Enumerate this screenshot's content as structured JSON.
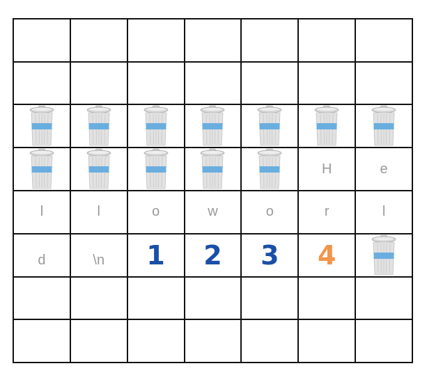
{
  "colors": {
    "grid_line": "#111111",
    "char_text": "#9a9a9a",
    "number_blue": "#1a4fa8",
    "number_orange": "#f2954a",
    "trash_band": "#6aaee0",
    "trash_body": "#e2e2e2"
  },
  "grid": {
    "columns": 7,
    "rows": 8,
    "cells": [
      {
        "type": "empty"
      },
      {
        "type": "empty"
      },
      {
        "type": "empty"
      },
      {
        "type": "empty"
      },
      {
        "type": "empty"
      },
      {
        "type": "empty"
      },
      {
        "type": "empty"
      },
      {
        "type": "empty"
      },
      {
        "type": "empty"
      },
      {
        "type": "empty"
      },
      {
        "type": "empty"
      },
      {
        "type": "empty"
      },
      {
        "type": "empty"
      },
      {
        "type": "empty"
      },
      {
        "type": "trash",
        "icon": "trash-can-icon"
      },
      {
        "type": "trash",
        "icon": "trash-can-icon"
      },
      {
        "type": "trash",
        "icon": "trash-can-icon"
      },
      {
        "type": "trash",
        "icon": "trash-can-icon"
      },
      {
        "type": "trash",
        "icon": "trash-can-icon"
      },
      {
        "type": "trash",
        "icon": "trash-can-icon"
      },
      {
        "type": "trash",
        "icon": "trash-can-icon"
      },
      {
        "type": "trash",
        "icon": "trash-can-icon"
      },
      {
        "type": "trash",
        "icon": "trash-can-icon"
      },
      {
        "type": "trash",
        "icon": "trash-can-icon"
      },
      {
        "type": "trash",
        "icon": "trash-can-icon"
      },
      {
        "type": "trash",
        "icon": "trash-can-icon"
      },
      {
        "type": "char",
        "text": "H"
      },
      {
        "type": "char",
        "text": "e"
      },
      {
        "type": "char",
        "text": "l"
      },
      {
        "type": "char",
        "text": "l"
      },
      {
        "type": "char",
        "text": "o"
      },
      {
        "type": "char",
        "text": "w"
      },
      {
        "type": "char",
        "text": "o"
      },
      {
        "type": "char",
        "text": "r"
      },
      {
        "type": "char",
        "text": "l"
      },
      {
        "type": "char",
        "text": "d",
        "low": true
      },
      {
        "type": "char",
        "text": "\\n",
        "low": true
      },
      {
        "type": "number",
        "text": "1",
        "color": "#1a4fa8"
      },
      {
        "type": "number",
        "text": "2",
        "color": "#1a4fa8"
      },
      {
        "type": "number",
        "text": "3",
        "color": "#1a4fa8"
      },
      {
        "type": "number",
        "text": "4",
        "color": "#f2954a"
      },
      {
        "type": "trash",
        "icon": "trash-can-icon"
      },
      {
        "type": "empty"
      },
      {
        "type": "empty"
      },
      {
        "type": "empty"
      },
      {
        "type": "empty"
      },
      {
        "type": "empty"
      },
      {
        "type": "empty"
      },
      {
        "type": "empty"
      },
      {
        "type": "empty"
      },
      {
        "type": "empty"
      },
      {
        "type": "empty"
      },
      {
        "type": "empty"
      },
      {
        "type": "empty"
      },
      {
        "type": "empty"
      },
      {
        "type": "empty"
      }
    ]
  }
}
